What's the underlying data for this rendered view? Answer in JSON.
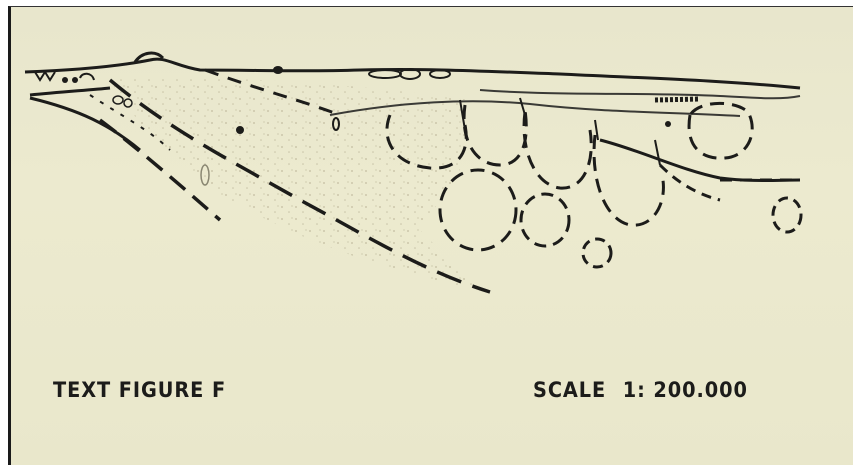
{
  "figure": {
    "label": "TEXT FIGURE F",
    "scale_label": "SCALE",
    "scale_value": "1: 200.000"
  },
  "colors": {
    "paper": "#ebe9cd",
    "ink": "#1c1c1a",
    "stipple": "#c8c2a6"
  }
}
